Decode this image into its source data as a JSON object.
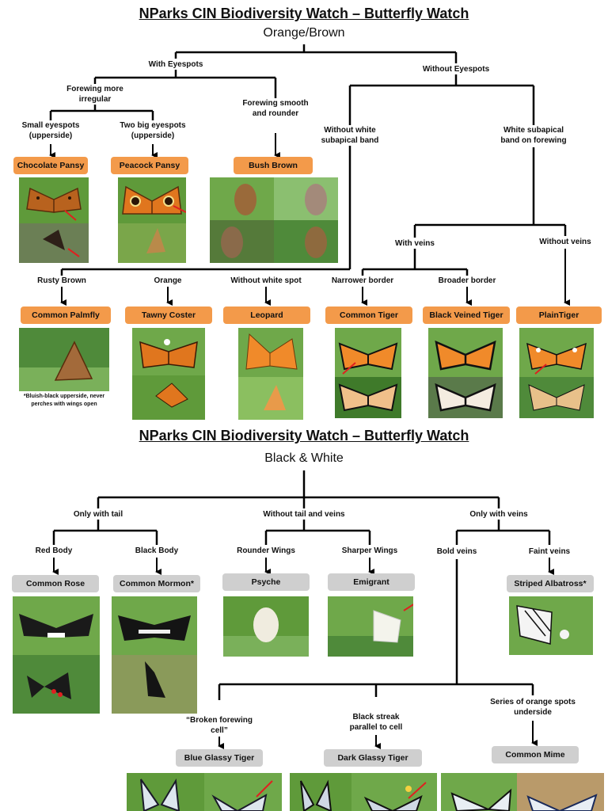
{
  "top": {
    "title": "NParks CIN Biodiversity Watch – Butterfly Watch",
    "subtitle": "Orange/Brown",
    "q_with_eyespots": "With Eyespots",
    "q_without_eyespots": "Without Eyespots",
    "q_forewing_irregular": "Forewing more irregular",
    "q_forewing_smooth": "Forewing smooth and rounder",
    "q_small_eyespots": "Small eyespots (upperside)",
    "q_two_big_eyespots": "Two big eyespots (upperside)",
    "q_without_white_band": "Without white subapical band",
    "q_white_band": "White subapical band on forewing",
    "q_with_veins": "With veins",
    "q_without_veins": "Without veins",
    "q_rusty_brown": "Rusty Brown",
    "q_orange": "Orange",
    "q_without_white_spot": "Without white spot",
    "q_narrower_border": "Narrower border",
    "q_broader_border": "Broader border",
    "species_chocolate_pansy": "Chocolate Pansy",
    "species_peacock_pansy": "Peacock Pansy",
    "species_bush_brown": "Bush Brown",
    "species_common_palmfly": "Common Palmfly",
    "species_tawny_coster": "Tawny Coster",
    "species_leopard": "Leopard",
    "species_common_tiger": "Common Tiger",
    "species_black_veined_tiger": "Black Veined Tiger",
    "species_plain_tiger": "PlainTiger",
    "palmfly_note": "*Bluish-black upperside, never perches with wings open"
  },
  "bottom": {
    "title": "NParks CIN Biodiversity Watch – Butterfly Watch",
    "subtitle": "Black & White",
    "q_only_tail": "Only with tail",
    "q_without_tail_veins": "Without tail and veins",
    "q_only_veins": "Only with veins",
    "q_red_body": "Red Body",
    "q_black_body": "Black Body",
    "q_rounder_wings": "Rounder Wings",
    "q_sharper_wings": "Sharper Wings",
    "q_bold_veins": "Bold veins",
    "q_faint_veins": "Faint veins",
    "q_broken_cell": "“Broken forewing cell”",
    "q_black_streak": "Black streak parallel to cell",
    "q_orange_spots": "Series of orange spots underside",
    "species_common_rose": "Common Rose",
    "species_common_mormon": "Common Mormon*",
    "species_psyche": "Psyche",
    "species_emigrant": "Emigrant",
    "species_striped_albatross": "Striped Albatross*",
    "species_blue_glassy_tiger": "Blue Glassy Tiger",
    "species_dark_glassy_tiger": "Dark Glassy Tiger",
    "species_common_mime": "Common Mime"
  },
  "colors": {
    "orange_tag": "#f39a4a",
    "grey_tag": "#cfcfcf",
    "photo_green": "#5f9a3a",
    "pointer_red": "#e02020"
  }
}
